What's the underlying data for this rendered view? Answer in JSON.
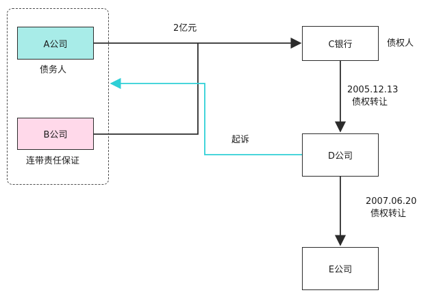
{
  "nodes": {
    "a": {
      "label": "A公司",
      "fill": "#a8ece8"
    },
    "b": {
      "label": "B公司",
      "fill": "#ffd9ea"
    },
    "c": {
      "label": "C银行",
      "fill": "#ffffff"
    },
    "d": {
      "label": "D公司",
      "fill": "#ffffff"
    },
    "e": {
      "label": "E公司",
      "fill": "#ffffff"
    }
  },
  "annotations": {
    "debtor": "债务人",
    "guarantor": "连带责任保证",
    "creditor": "债权人",
    "loan_amount": "2亿元",
    "transfer1_date": "2005.12.13",
    "transfer1_text": "债权转让",
    "transfer2_date": "2007.06.20",
    "transfer2_text": "债权转让",
    "lawsuit": "起诉"
  },
  "colors": {
    "line": "#2b2b2b",
    "lawsuit_line": "#2ecfd6",
    "group_border": "#4a4a4a"
  }
}
